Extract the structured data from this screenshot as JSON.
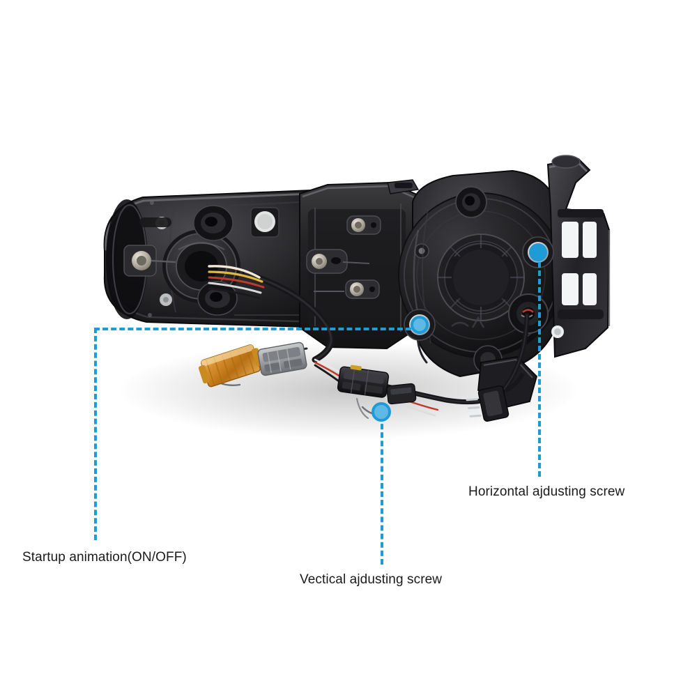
{
  "page": {
    "background_color": "#ffffff",
    "accent_color": "#1f9bd6",
    "text_color": "#1a1a1a",
    "subject": "automotive-headlight-assembly-rear-view"
  },
  "callouts": [
    {
      "id": "startup-animation",
      "label": "Startup animation(ON/OFF)",
      "marker_color": "#1f9bd6",
      "leader_style": "dashed"
    },
    {
      "id": "vertical-screw",
      "label": "Vectical ajdusting screw",
      "marker_color": "#1f9bd6",
      "leader_style": "dashed"
    },
    {
      "id": "horizontal-screw",
      "label": "Horizontal ajdusting screw",
      "marker_color": "#1f9bd6",
      "leader_style": "dashed"
    }
  ],
  "photo": {
    "alt": "Rear three-quarter view of a black projector headlight housing with wiring harness, resistor and connectors"
  }
}
